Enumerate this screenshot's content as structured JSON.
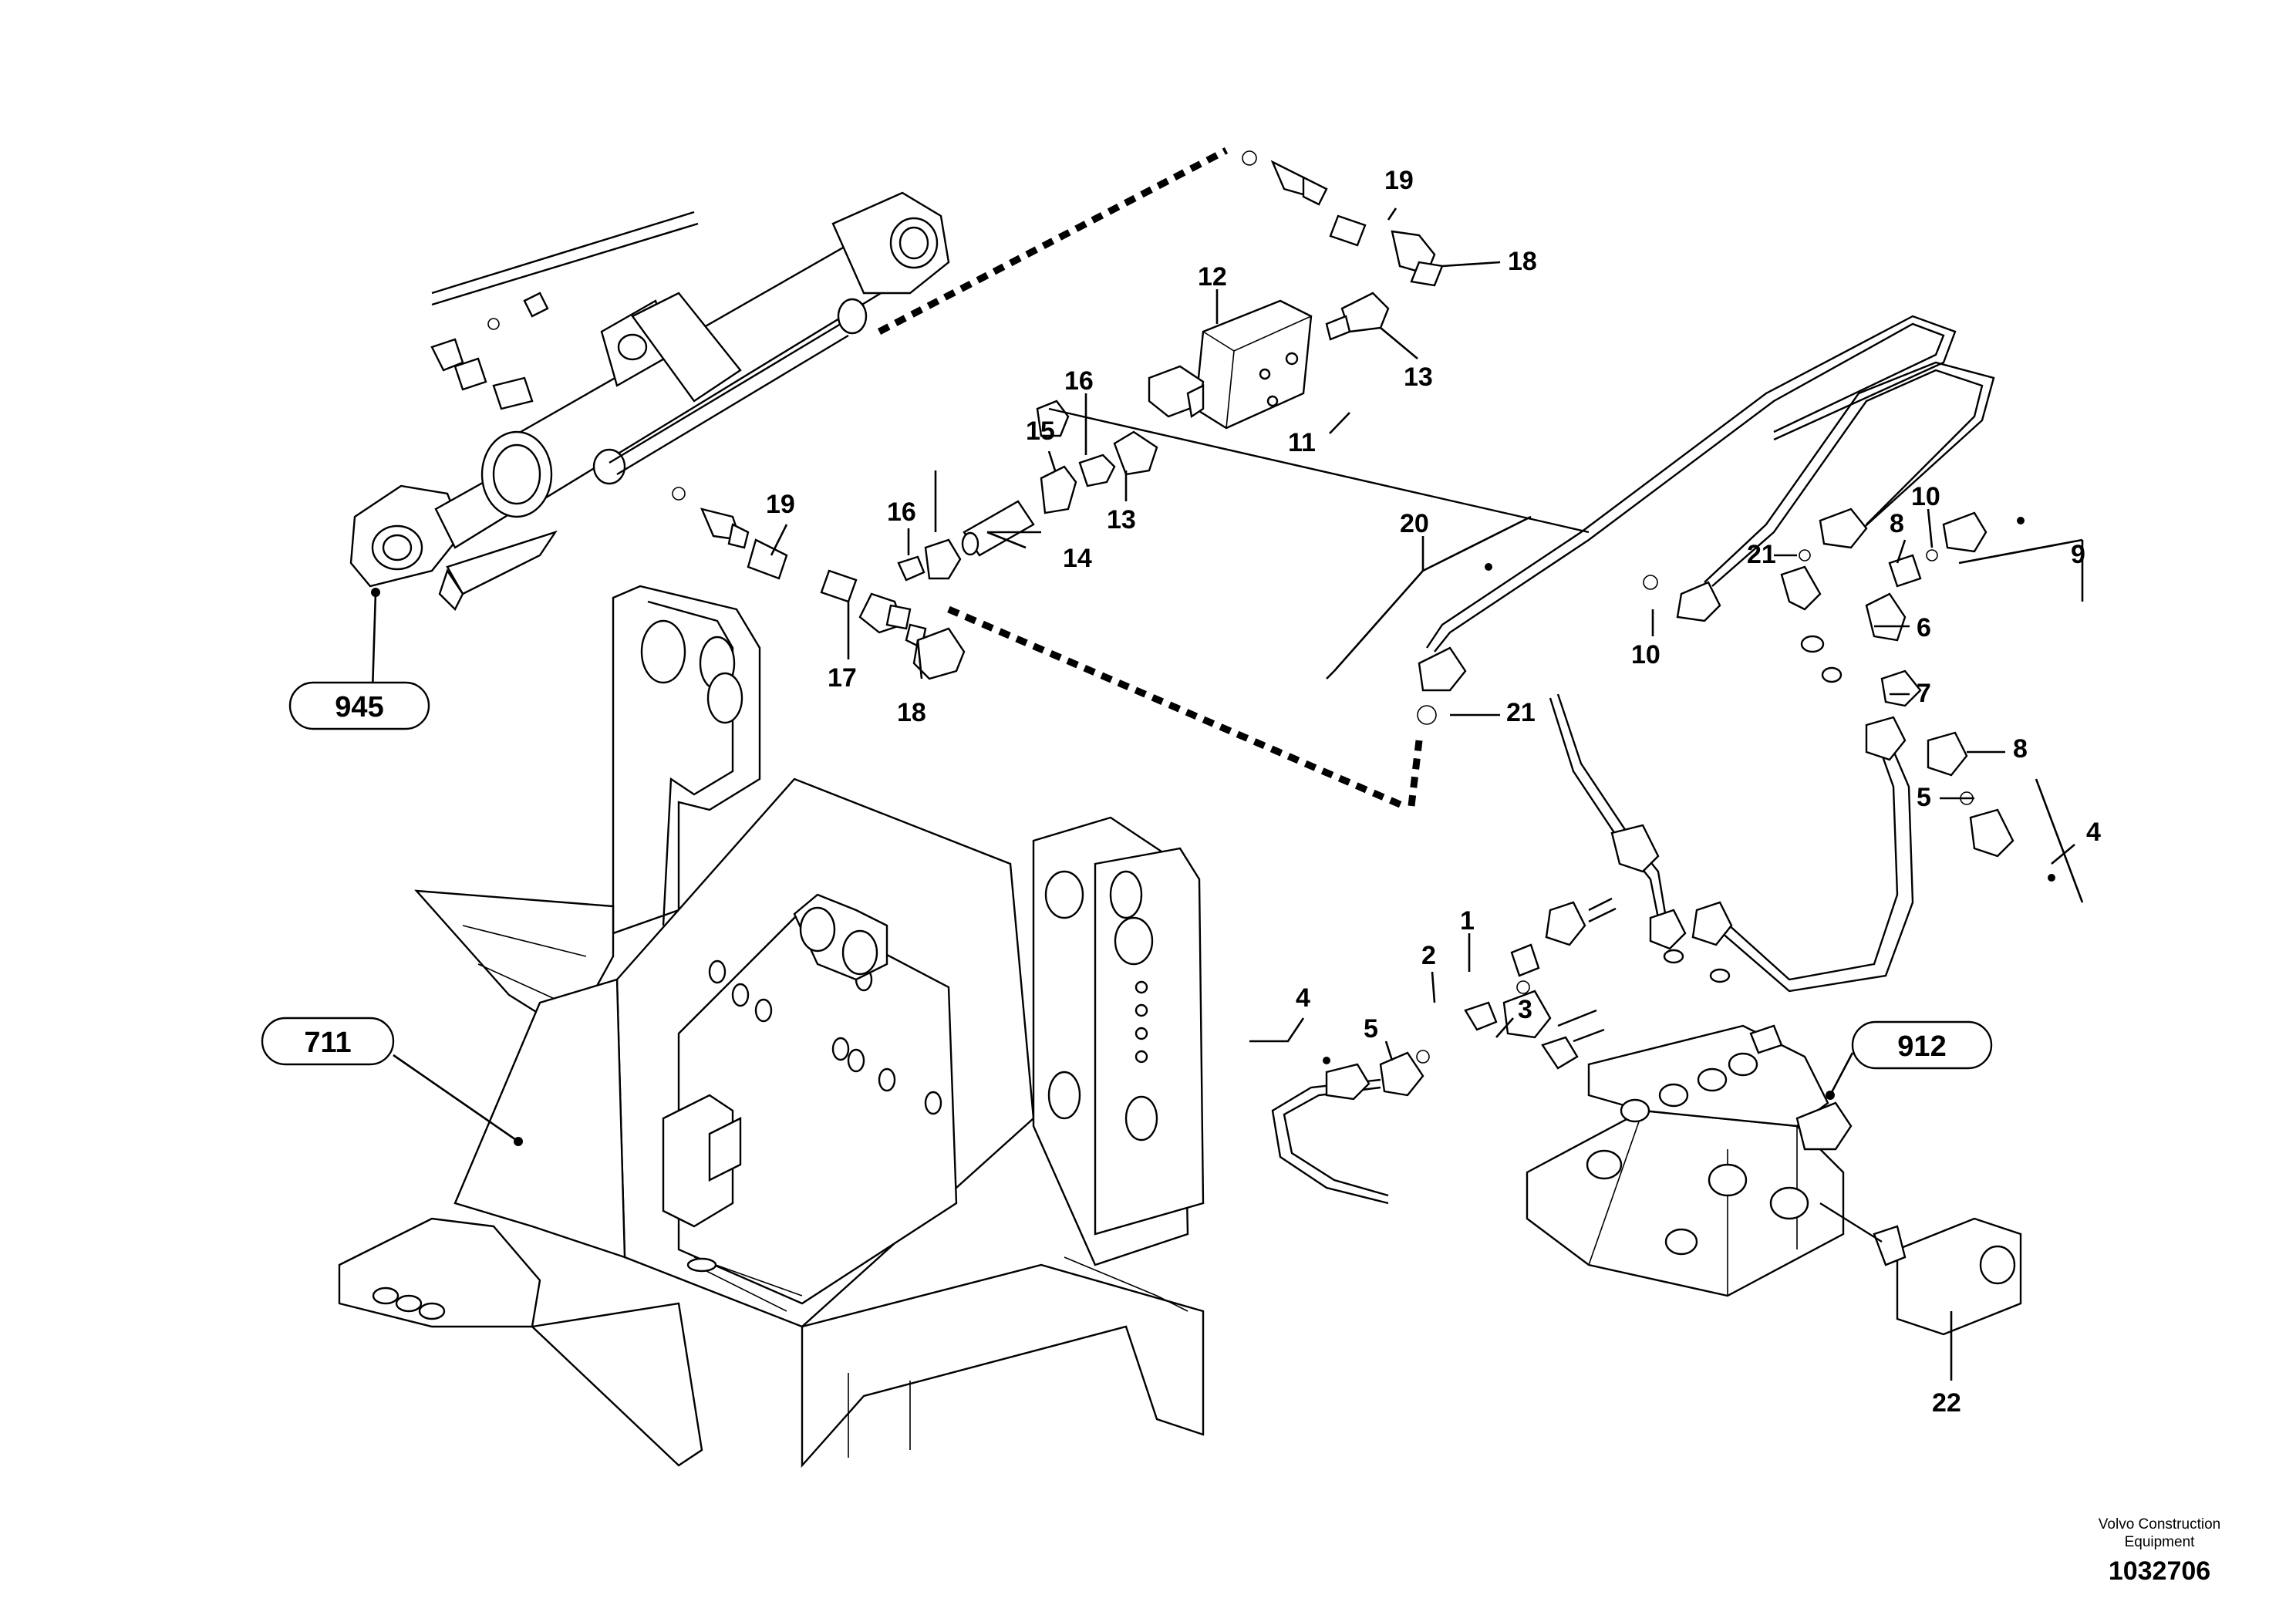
{
  "labels": {
    "p1": "1",
    "p2": "2",
    "p3": "3",
    "p4a": "4",
    "p4b": "4",
    "p5a": "5",
    "p5b": "5",
    "p6": "6",
    "p7": "7",
    "p8a": "8",
    "p8b": "8",
    "p9": "9",
    "p10a": "10",
    "p10b": "10",
    "p11": "11",
    "p12": "12",
    "p13a": "13",
    "p13b": "13",
    "p14": "14",
    "p15": "15",
    "p16a": "16",
    "p16b": "16",
    "p17": "17",
    "p18a": "18",
    "p18b": "18",
    "p19a": "19",
    "p19b": "19",
    "p20": "20",
    "p21a": "21",
    "p21b": "21",
    "p22": "22"
  },
  "refs": {
    "r945": "945",
    "r711": "711",
    "r912": "912"
  },
  "footer": {
    "company_line1": "Volvo Construction",
    "company_line2": "Equipment",
    "drawing_number": "1032706"
  }
}
